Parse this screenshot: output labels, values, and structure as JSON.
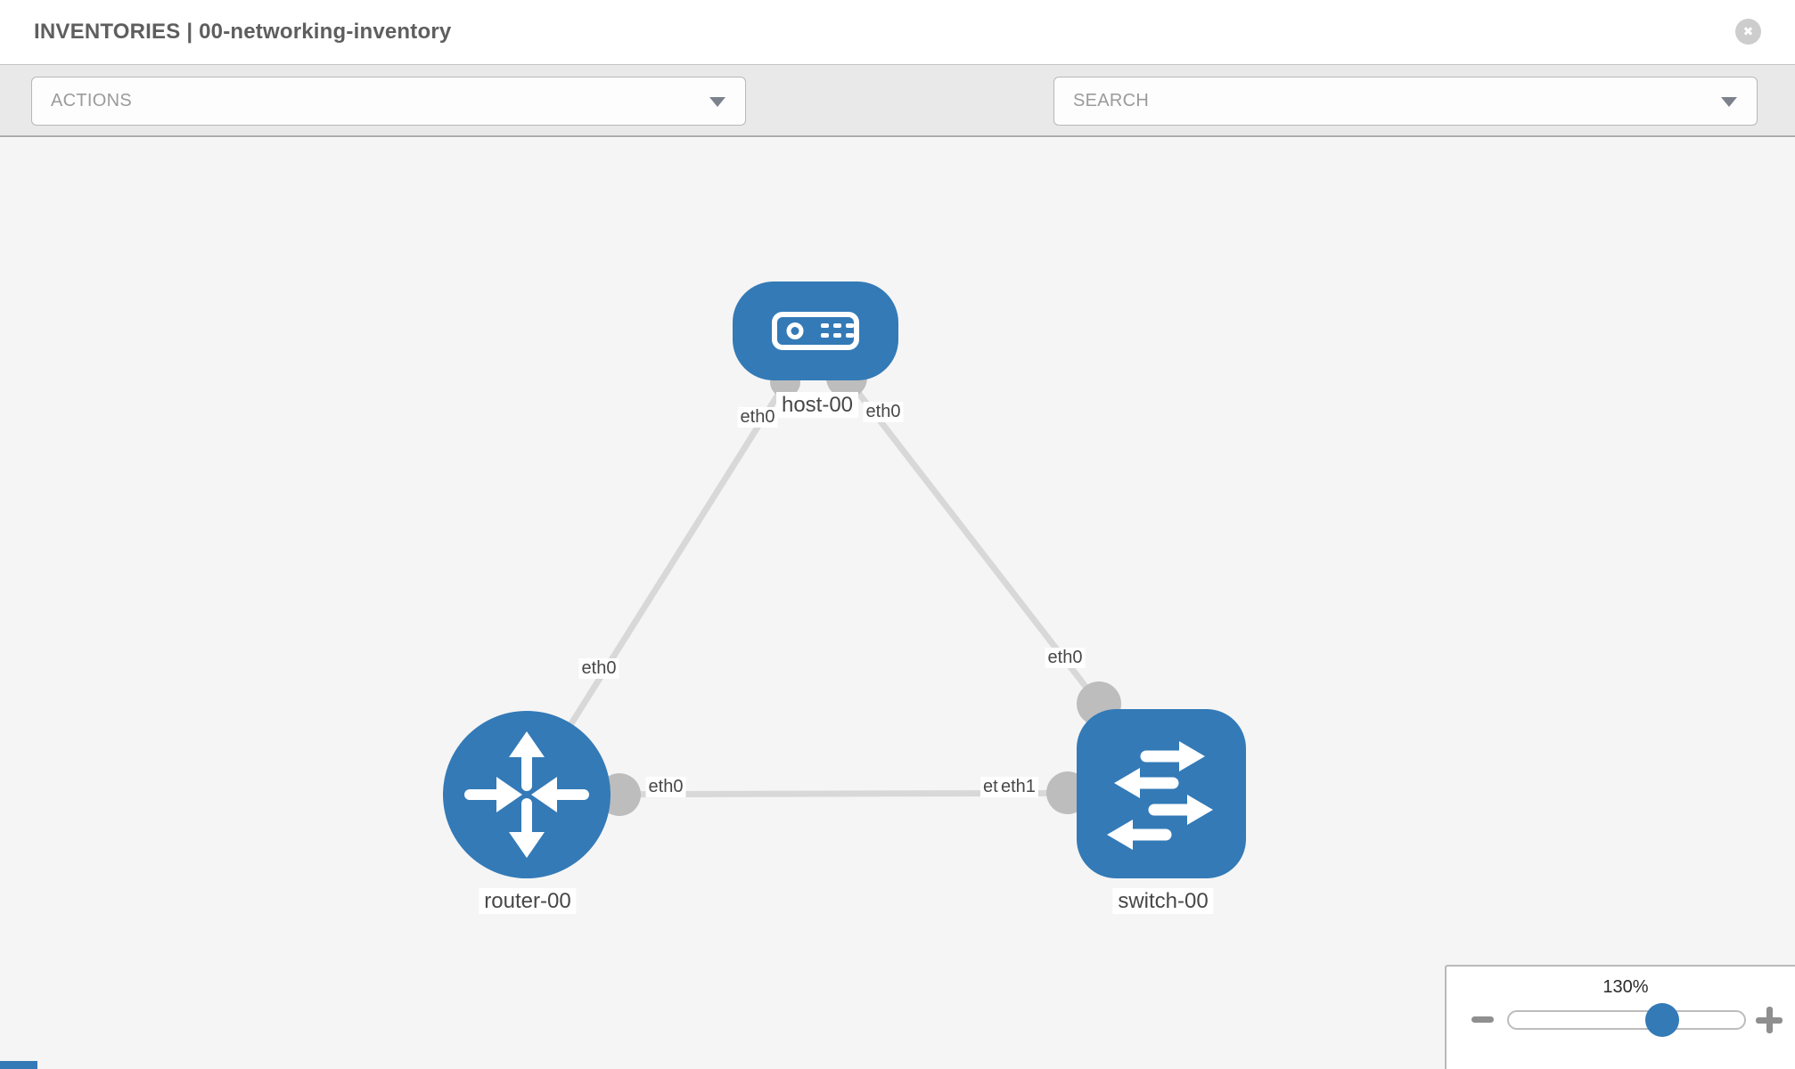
{
  "header": {
    "title": "INVENTORIES | 00-networking-inventory",
    "close_glyph": "✖"
  },
  "toolbar": {
    "actions_label": "ACTIONS",
    "search_placeholder": "SEARCH"
  },
  "topology": {
    "nodes": [
      {
        "label": "host-00",
        "type": "host"
      },
      {
        "label": "router-00",
        "type": "router"
      },
      {
        "label": "switch-00",
        "type": "switch"
      }
    ],
    "links": [
      {
        "from": "host-00",
        "to": "router-00"
      },
      {
        "from": "host-00",
        "to": "switch-00"
      },
      {
        "from": "router-00",
        "to": "switch-00"
      }
    ],
    "interface_labels": [
      {
        "text": "eth0",
        "near": "host-left"
      },
      {
        "text": "eth0",
        "near": "host-right"
      },
      {
        "text": "eth0",
        "near": "router-top"
      },
      {
        "text": "eth0",
        "near": "switch-top"
      },
      {
        "text": "eth0",
        "near": "router-right"
      },
      {
        "text": "eth0",
        "near": "switch-left-behind"
      },
      {
        "text": "eth1",
        "near": "switch-left"
      }
    ]
  },
  "zoom_control": {
    "level": "130%"
  },
  "colors": {
    "node_blue": "#337ab7",
    "link_gray": "#d8d8d8",
    "interface_gray": "#bdbdbd",
    "canvas_bg": "#f5f5f5",
    "toolbar_bg": "#e9e9e9"
  }
}
